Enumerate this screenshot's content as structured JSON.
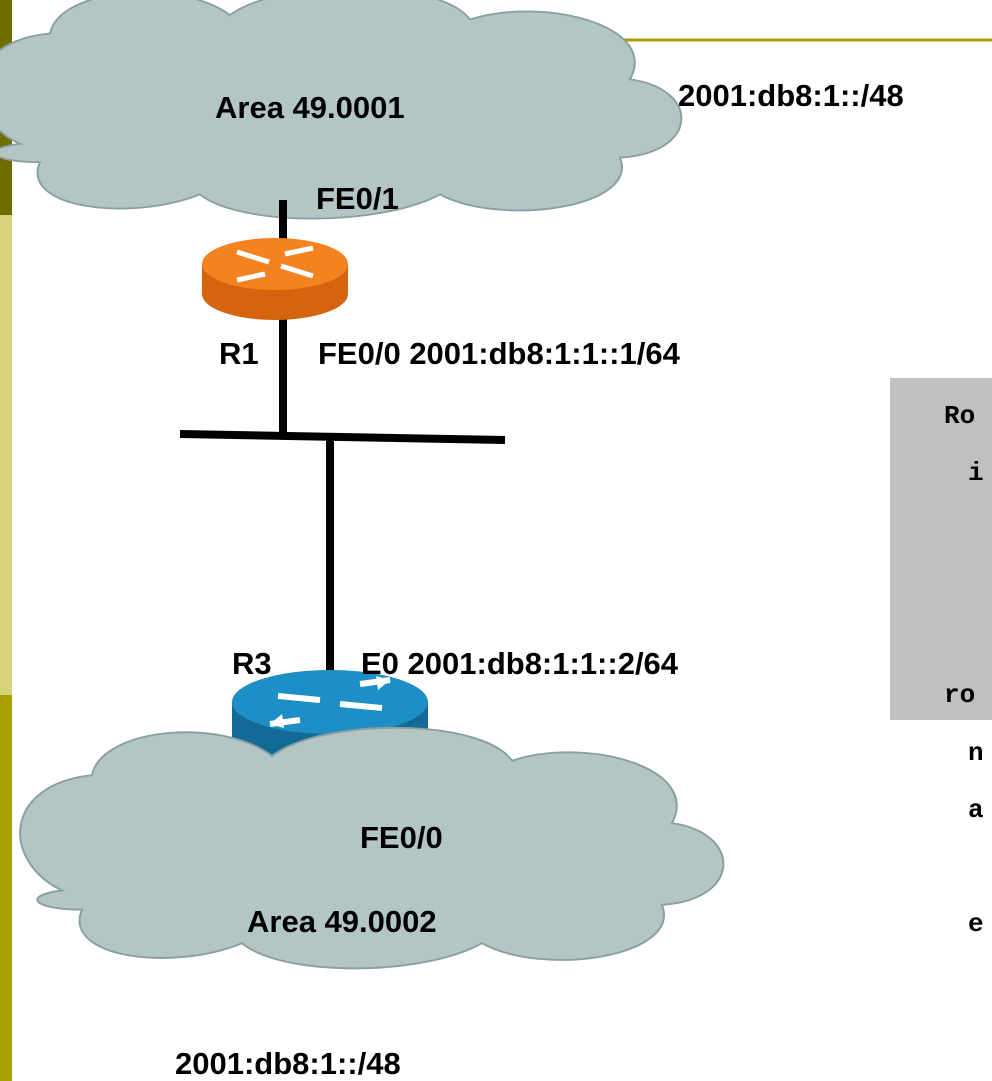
{
  "slide": {
    "colors": {
      "sidebar_dark": "#6e6e00",
      "sidebar_light": "#d6d27a",
      "sidebar_mid": "#a8a000",
      "header_line": "#a8a000",
      "cloud_fill": "#b3c5c5",
      "router_orange": "#f58220",
      "router_blue": "#1e8fc6",
      "config_box": "#c0c0c0"
    }
  },
  "diagram": {
    "top_cloud": {
      "label": "Area 49.0001"
    },
    "top_prefix": "2001:db8:1::/48",
    "r1": {
      "name": "R1",
      "upper_iface": "FE0/1",
      "lower_iface": "FE0/0 2001:db8:1:1::1/64",
      "icon": "router-icon"
    },
    "r3": {
      "name": "R3",
      "upper_iface": "E0 2001:db8:1:1::2/64",
      "lower_iface": "FE0/0",
      "icon": "router-icon"
    },
    "bottom_cloud": {
      "label": "Area 49.0002"
    },
    "bottom_prefix": "2001:db8:1::/48"
  },
  "config": {
    "lines": [
      "Ro",
      "i",
      "ro",
      "n",
      "a",
      "e"
    ]
  }
}
